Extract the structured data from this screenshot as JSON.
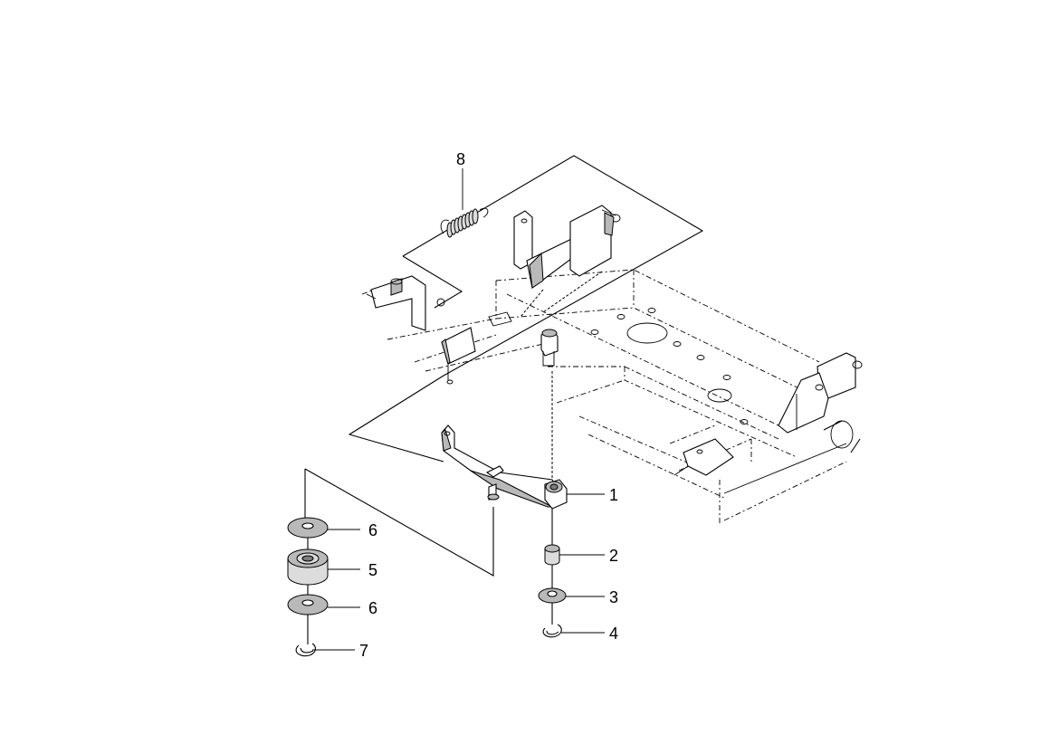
{
  "callouts": [
    {
      "id": "1",
      "label": "1"
    },
    {
      "id": "2",
      "label": "2"
    },
    {
      "id": "3",
      "label": "3"
    },
    {
      "id": "4",
      "label": "4"
    },
    {
      "id": "5",
      "label": "5"
    },
    {
      "id": "6a",
      "label": "6"
    },
    {
      "id": "6b",
      "label": "6"
    },
    {
      "id": "7",
      "label": "7"
    },
    {
      "id": "8",
      "label": "8"
    }
  ]
}
